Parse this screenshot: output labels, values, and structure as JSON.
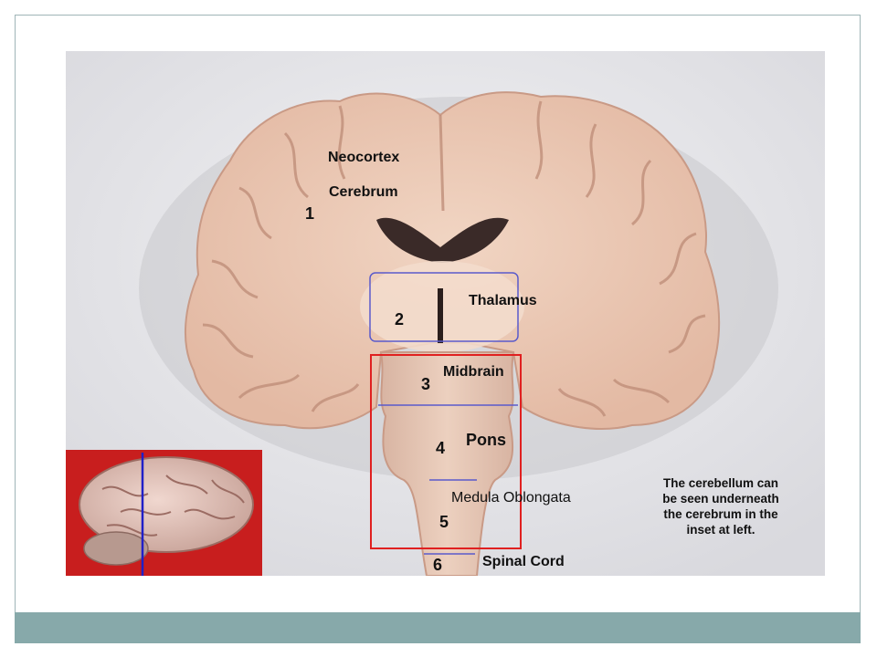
{
  "slide": {
    "labels": {
      "neocortex": "Neocortex",
      "cerebrum": "Cerebrum",
      "thalamus": "Thalamus",
      "midbrain": "Midbrain",
      "pons": "Pons",
      "medulla": "Medula Oblongata",
      "spinal_cord": "Spinal Cord"
    },
    "numbers": {
      "n1": "1",
      "n2": "2",
      "n3": "3",
      "n4": "4",
      "n5": "5",
      "n6": "6"
    },
    "note_lines": [
      "The cerebellum can",
      "be seen underneath",
      "the cerebrum in the",
      "inset at left."
    ]
  },
  "colors": {
    "footer_bar": "#87a9aa",
    "frame_border": "#9fb5b7",
    "photo_bg": "#e7e7ea",
    "brain_tissue": "#eac7b2",
    "brain_shadow": "#c99a86",
    "blue_box": "#5a5acb",
    "red_box": "#e02020",
    "inset_bg": "#c81e1e"
  },
  "icons": {
    "brain_slice": "coronal-brain-section-photo",
    "inset": "lateral-brain-photo"
  }
}
